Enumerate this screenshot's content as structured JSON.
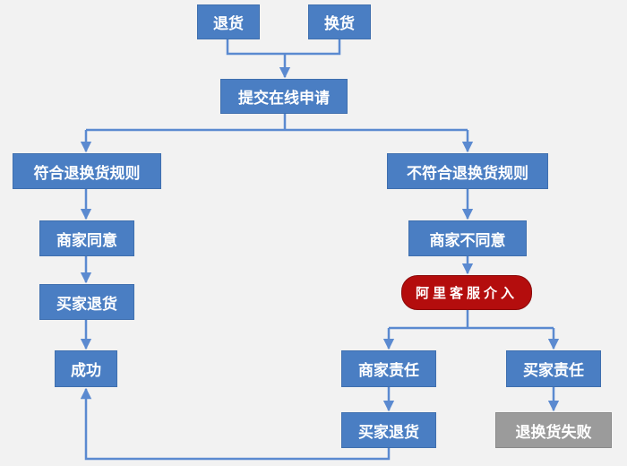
{
  "nodes": {
    "return": "退货",
    "exchange": "换货",
    "submit": "提交在线申请",
    "meets_rules": "符合退换货规则",
    "not_meets_rules": "不符合退换货规则",
    "merchant_agree": "商家同意",
    "buyer_return_left": "买家退货",
    "success": "成功",
    "merchant_disagree": "商家不同意",
    "ali_service": "阿里客服介入",
    "merchant_liable": "商家责任",
    "buyer_liable": "买家责任",
    "buyer_return_right": "买家退货",
    "failed": "退换货失败"
  },
  "colors": {
    "box": "#4a7ec3",
    "line": "#5b8ad0",
    "pill": "#b40d0d",
    "failed_box": "#9b9b9b",
    "background": "#f2f2f2"
  }
}
